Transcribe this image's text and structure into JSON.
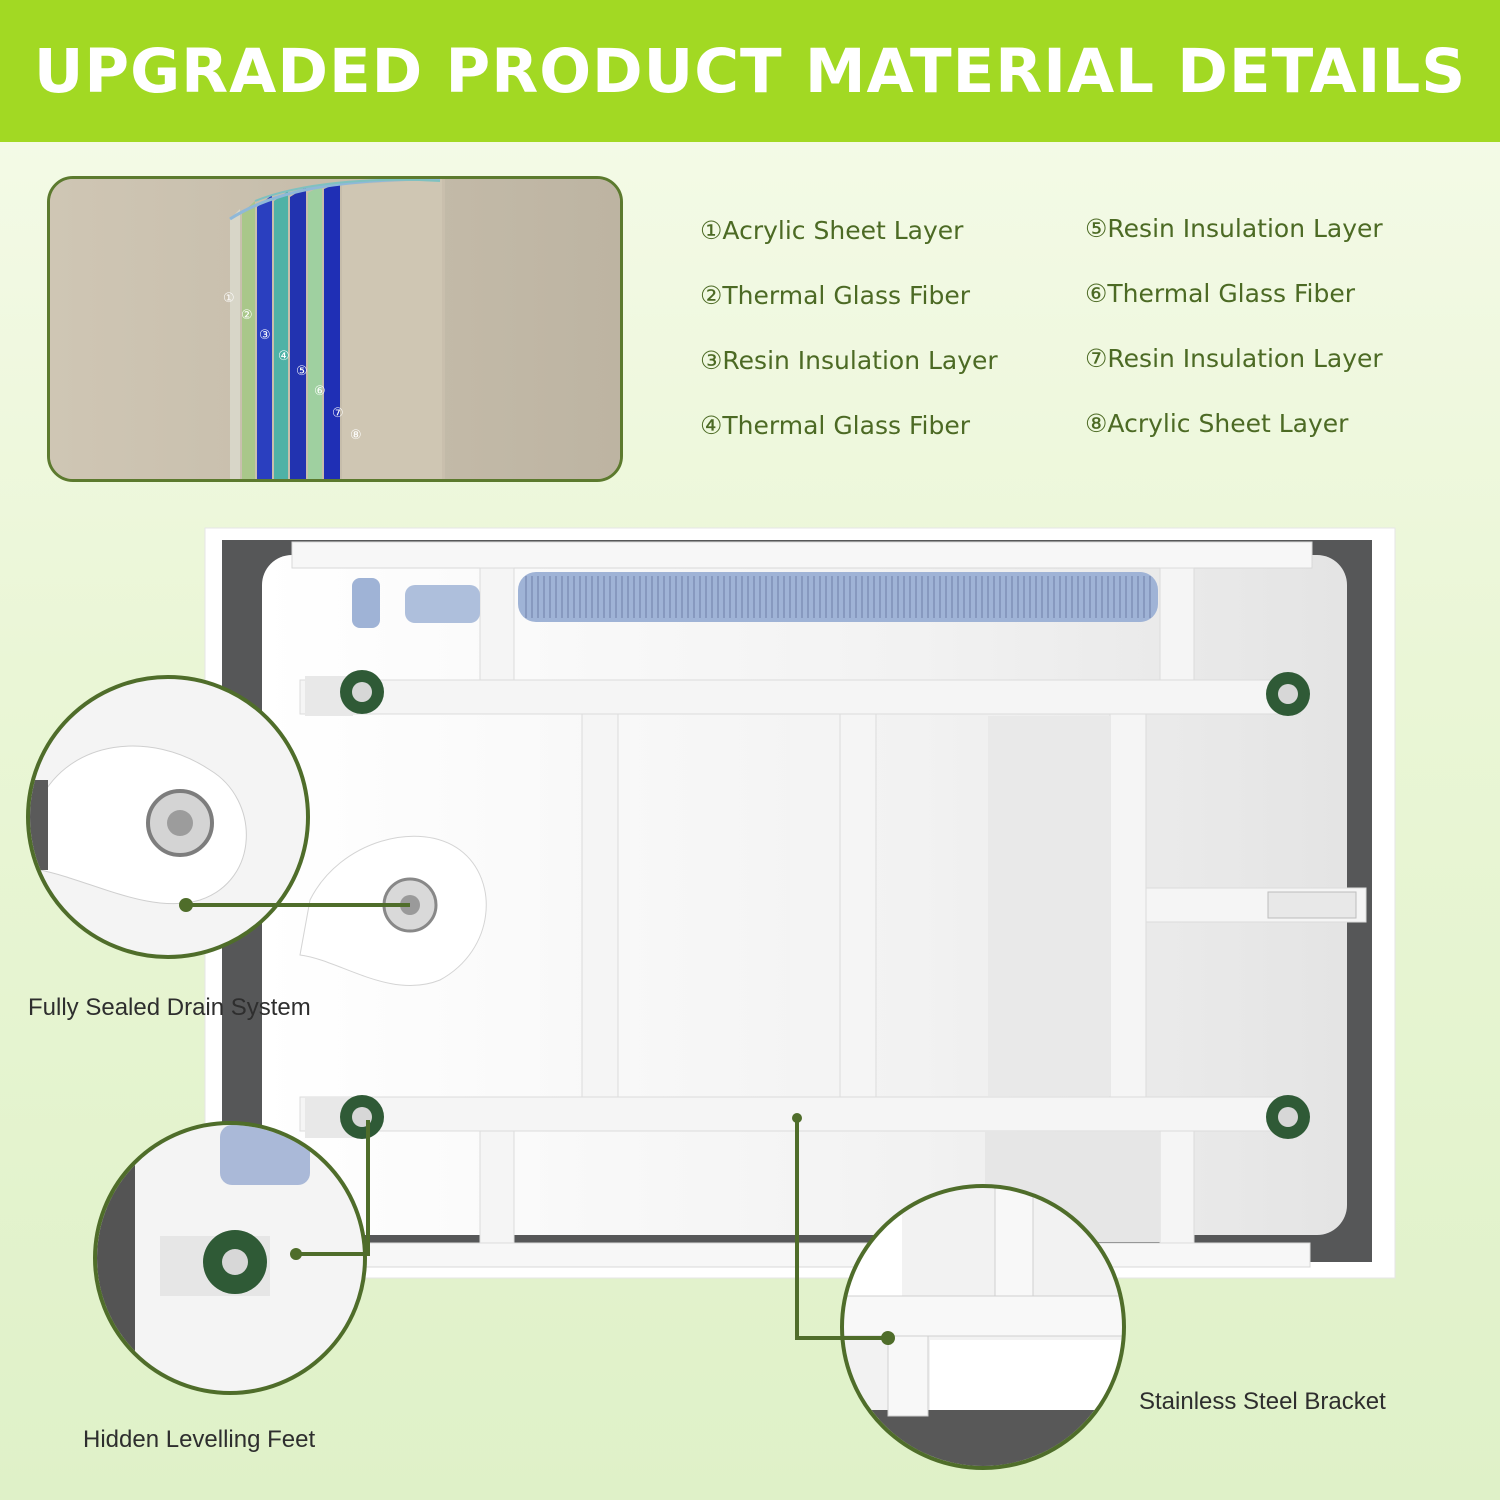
{
  "banner": {
    "title": "UPGRADED PRODUCT MATERIAL DETAILS",
    "color": "#a2d923"
  },
  "layers": {
    "left": [
      "①Acrylic Sheet Layer",
      "②Thermal Glass Fiber",
      "③Resin Insulation Layer",
      "④Thermal Glass Fiber"
    ],
    "right": [
      "⑤Resin Insulation Layer",
      "⑥Thermal Glass Fiber",
      "⑦Resin Insulation Layer",
      "⑧Acrylic Sheet Layer"
    ],
    "markers": [
      "①",
      "②",
      "③",
      "④",
      "⑤",
      "⑥",
      "⑦",
      "⑧"
    ]
  },
  "features": {
    "drain": "Fully Sealed Drain System",
    "feet": "Hidden Levelling Feet",
    "bracket": "Stainless Steel Bracket"
  },
  "colors": {
    "accent_green": "#a2d923",
    "callout_green": "#5c7a2e",
    "text_green": "#4c6a24",
    "pipe_blue": "#9fb3d6",
    "foot_green": "#2f5a36"
  }
}
